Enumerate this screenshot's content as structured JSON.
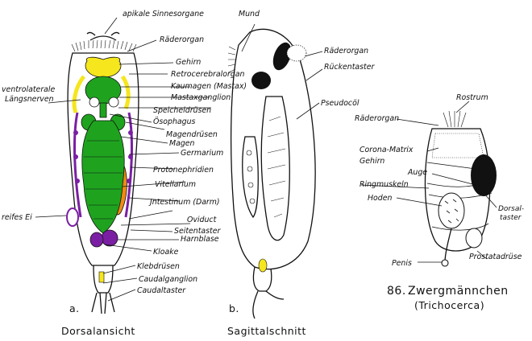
{
  "figure_a": {
    "panel_letter": "a.",
    "caption": "Dorsalansicht",
    "labels": {
      "apikale_sinnesorgane": "apikale Sinnesorgane",
      "mund": "Mund",
      "raederorgan": "Räderorgan",
      "gehirn": "Gehirn",
      "retrocerebralorgan": "Retrocerebralorgan",
      "kaumagen": "Kaumagen (Mastax)",
      "mastaxganglion": "Mastaxganglion",
      "speicheldruesen": "Speicheldrüsen",
      "oesophagus": "Ösophagus",
      "magendruesen": "Magendrüsen",
      "magen": "Magen",
      "germarium": "Germarium",
      "protonephridien": "Protonephridien",
      "vitellarium": "Vitellarium",
      "intestinum": "Jntestinum (Darm)",
      "oviduct": "Oviduct",
      "seitentaster": "Seitentaster",
      "harnblase": "Harnblase",
      "kloake": "Kloake",
      "klebdruesen": "Klebdrüsen",
      "caudalganglion": "Caudalganglion",
      "caudaltaster": "Caudaltaster",
      "ventrolaterale_1": "ventrolaterale",
      "ventrolaterale_2": "Längsnerven",
      "reifes_ei": "reifes Ei"
    }
  },
  "figure_b": {
    "panel_letter": "b.",
    "caption": "Sagittalschnitt",
    "labels": {
      "raederorgan": "Räderorgan",
      "rueckentaster": "Rückentaster",
      "pseudocoel": "Pseudocöl"
    }
  },
  "figure_86": {
    "number": "86.",
    "title": "Zwergmännchen",
    "subtitle": "(Trichocerca)",
    "labels": {
      "rostrum": "Rostrum",
      "raederorgan": "Räderorgan",
      "corona_matrix": "Corona-Matrix",
      "gehirn": "Gehirn",
      "auge": "Auge",
      "ringmuskeln": "Ringmuskeln",
      "hoden": "Hoden",
      "dorsal_1": "Dorsal-",
      "dorsal_2": "taster",
      "penis": "Penis",
      "prostatadruese": "Prostatadrüse"
    }
  },
  "colors": {
    "brain": "#f5e61e",
    "nerves": "#f5e61e",
    "gut": "#1fa31f",
    "vitellarium": "#f08a14",
    "nephridia": "#7a1fa3",
    "bladder": "#7a1fa3",
    "glands": "#f5e61e"
  }
}
